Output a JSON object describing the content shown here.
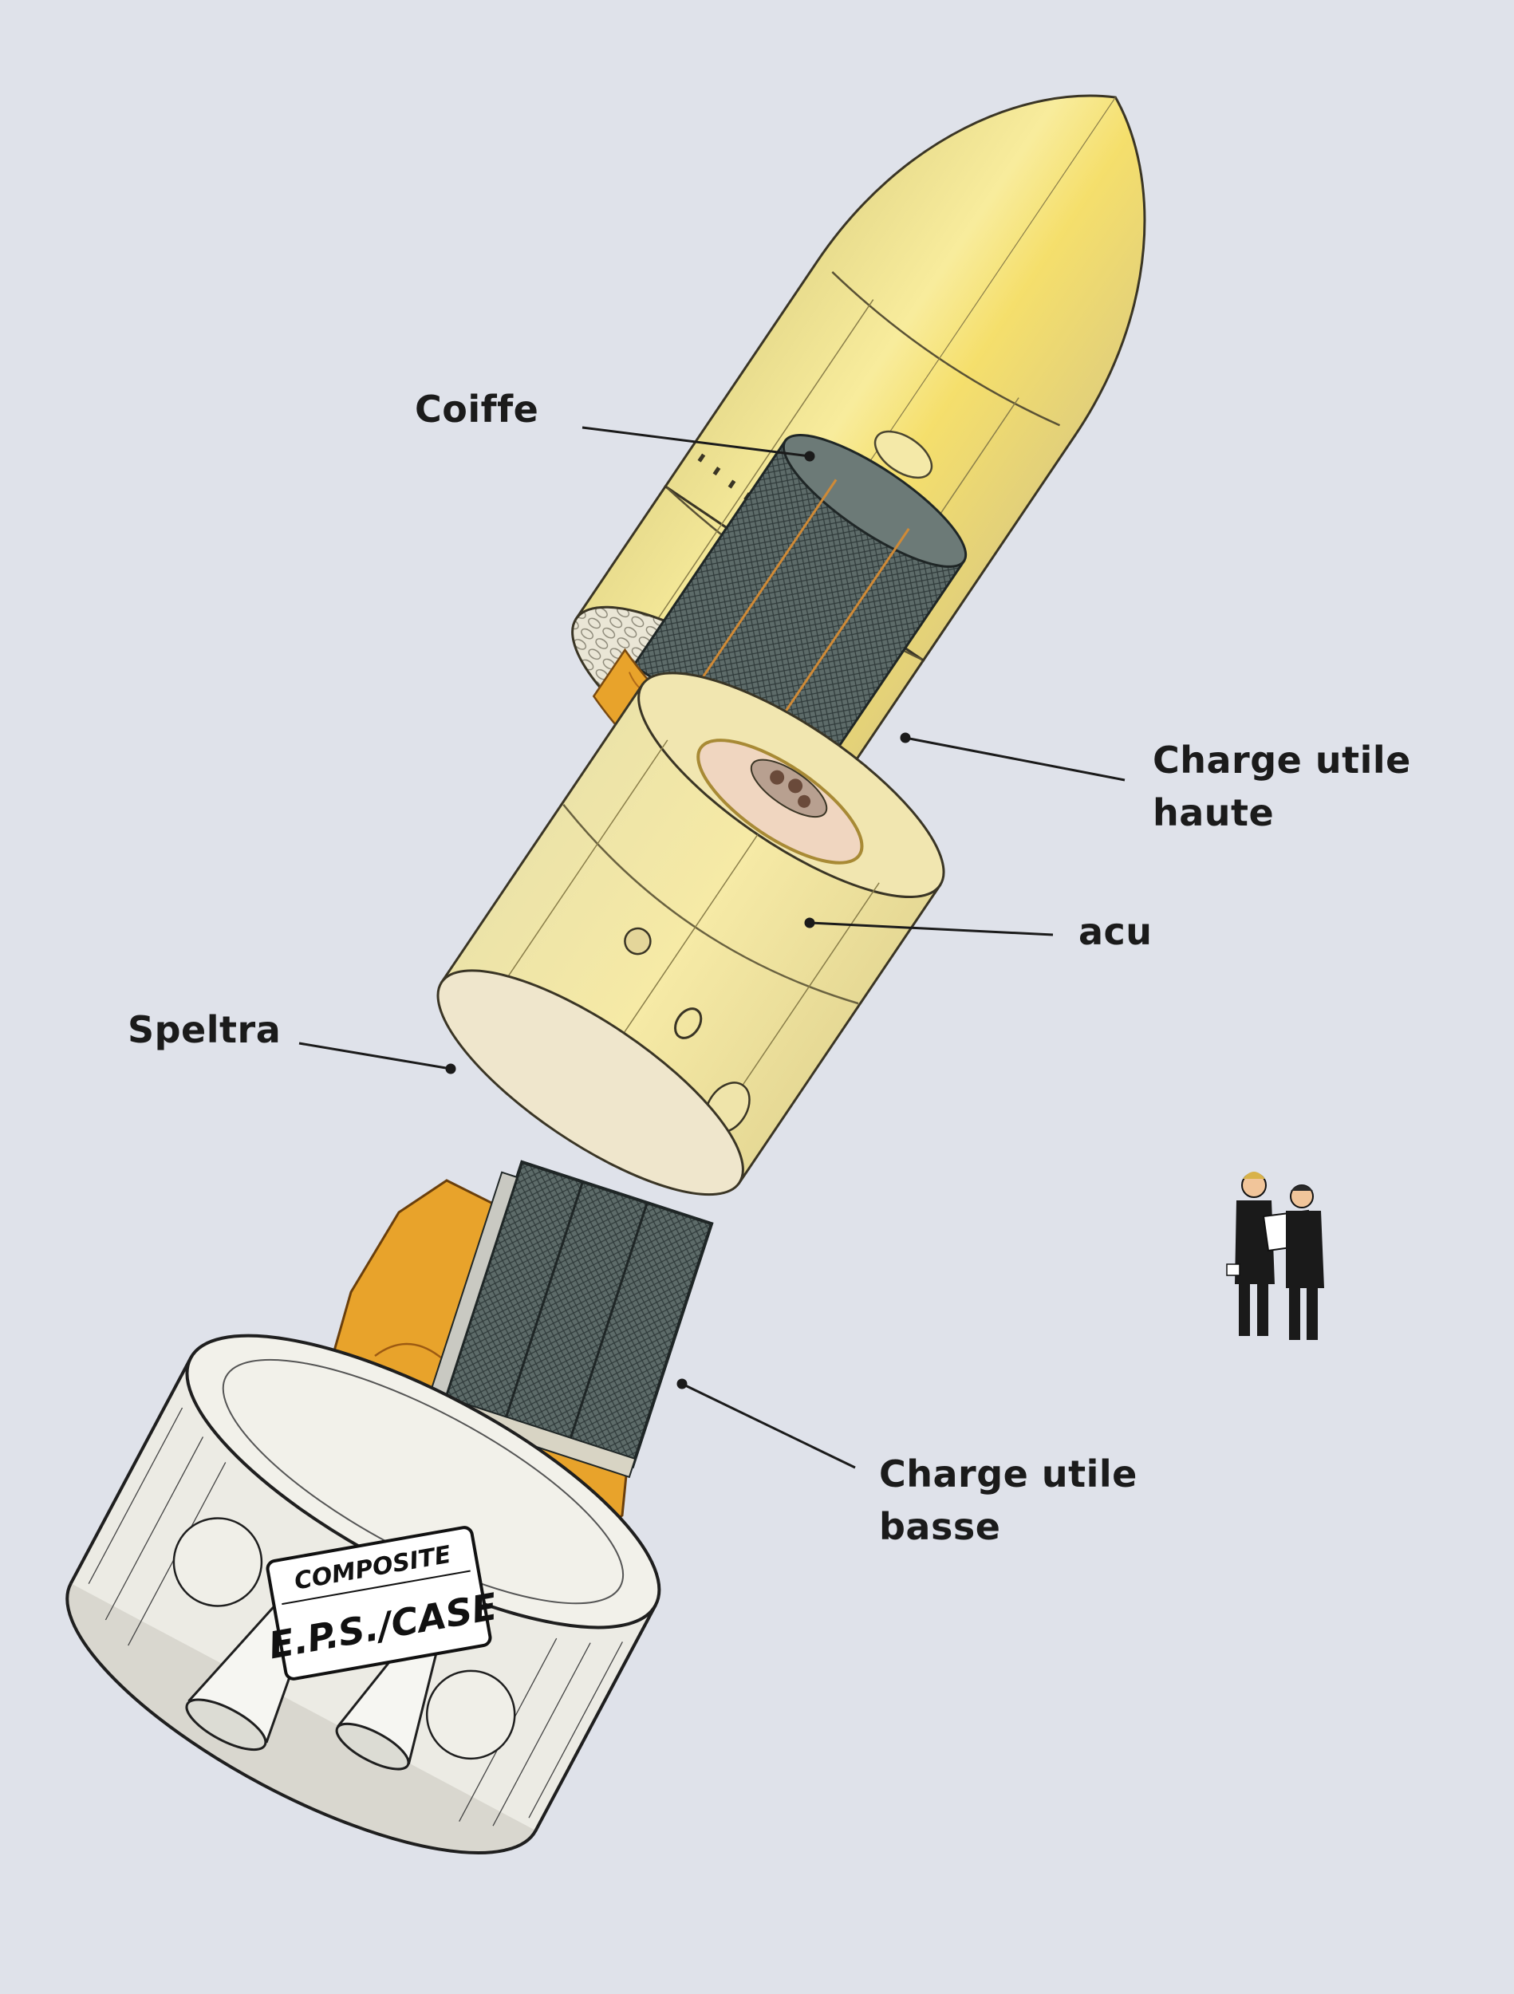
{
  "labels": {
    "coiffe": "Coiffe",
    "charge_haute_line1": "Charge utile",
    "charge_haute_line2": "haute",
    "acu": "acu",
    "speltra": "Speltra",
    "charge_basse_line1": "Charge utile",
    "charge_basse_line2": "basse"
  },
  "badge": {
    "line1": "COMPOSITE",
    "line2": "E.P.S./CASE"
  },
  "colors": {
    "background": "#dfe2ea",
    "fairing": "#efe39a",
    "fairing_stripe": "#f3d65a",
    "insulation": "#e8a32b",
    "satellite_panel": "#5f6d6a",
    "ink": "#1b1b1b"
  }
}
